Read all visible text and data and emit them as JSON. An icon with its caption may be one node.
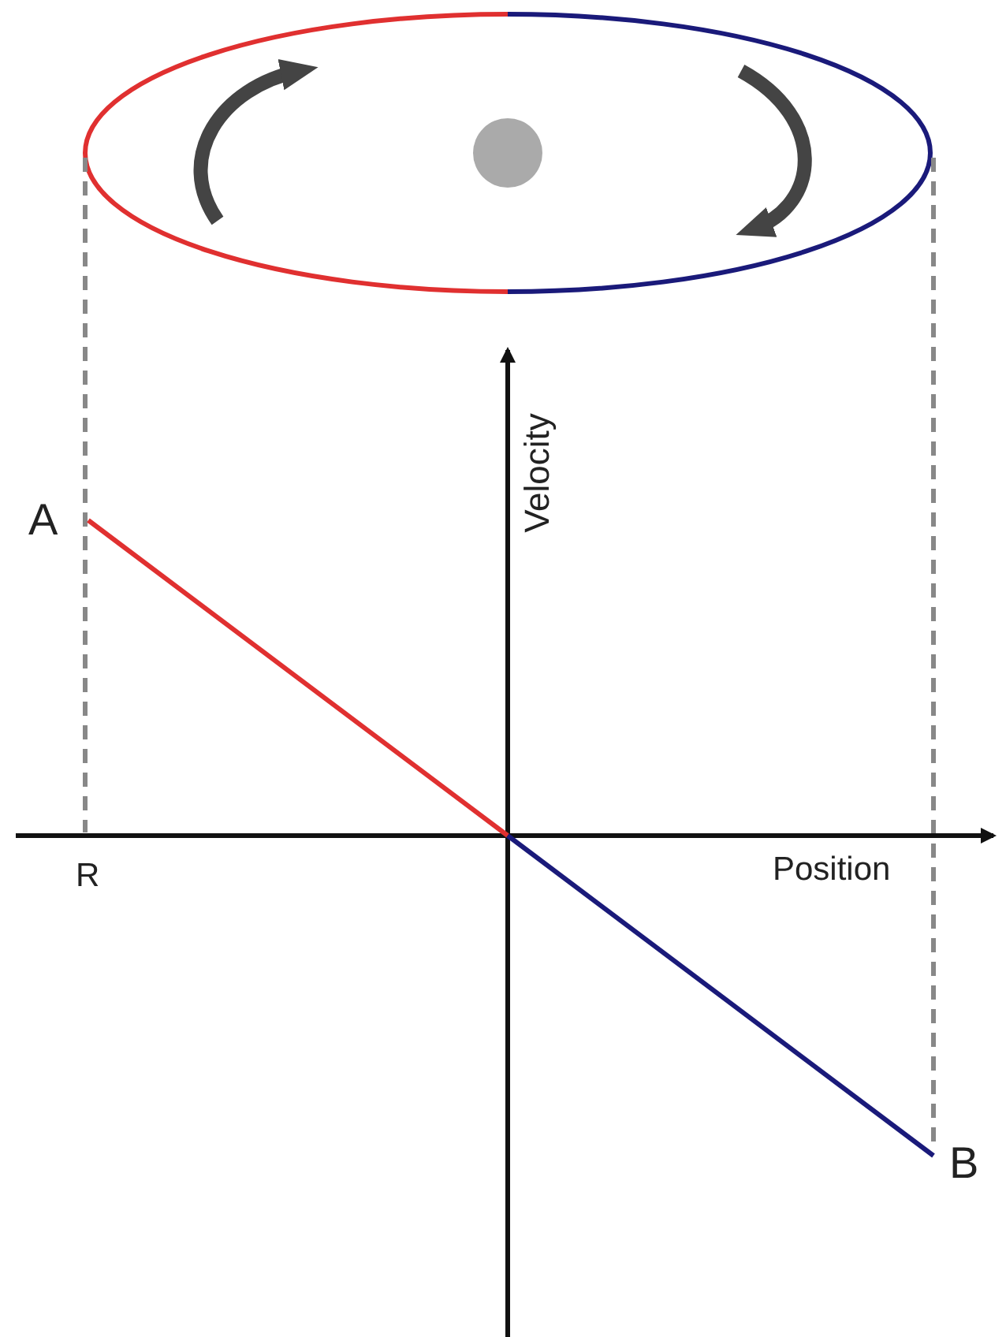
{
  "diagram": {
    "labels": [
      "Velocity",
      "A",
      "R",
      "Position",
      "B"
    ]
  }
}
